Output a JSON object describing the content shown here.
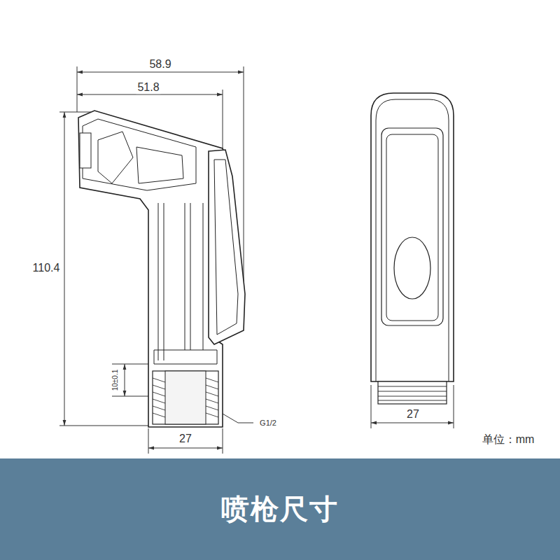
{
  "diagram": {
    "title": "喷枪尺寸",
    "labels": [
      "58.9",
      "51.8",
      "110.4",
      "27",
      "27",
      "G1/2",
      "10±0.1",
      "单位：mm"
    ]
  }
}
